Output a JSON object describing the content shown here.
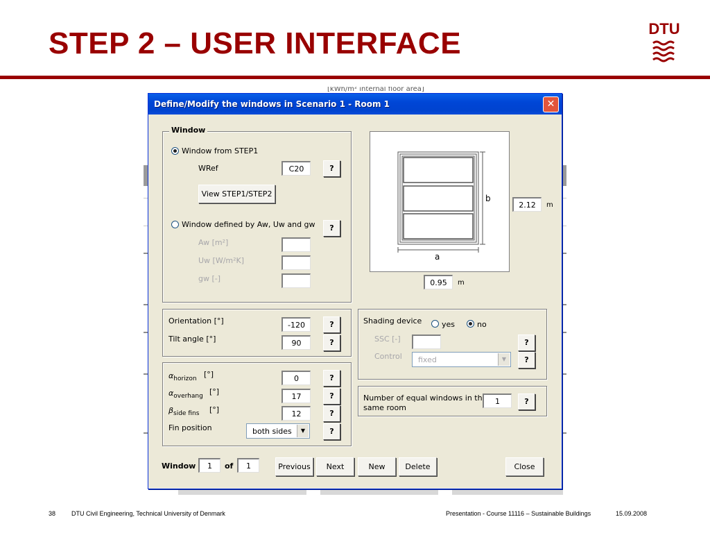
{
  "slide": {
    "title": "STEP 2 – USER INTERFACE",
    "logo_text": "DTU",
    "colors": {
      "brand": "#990000",
      "titlebar": "#0046d6",
      "dialog_bg": "#ece9d8"
    }
  },
  "background_sheet": {
    "header_text": "[kWh/m² internal floor area]"
  },
  "dialog": {
    "title": "Define/Modify the windows in Scenario 1 - Room 1",
    "close_icon": "close-x-icon",
    "window_group": {
      "title": "Window",
      "radio_step1_label": "Window from STEP1",
      "wref_label": "WRef",
      "wref_value": "C20",
      "view_button_label": "View STEP1/STEP2",
      "radio_defined_label": "Window defined by Aw, Uw and gw",
      "aw_label": "Aw [m²]",
      "uw_label": "Uw [W/m²K]",
      "gw_label": "gw [-]",
      "aw_value": "",
      "uw_value": "",
      "gw_value": ""
    },
    "help_label": "?",
    "diagram": {
      "a_label": "a",
      "b_label": "b",
      "b_value": "2.12",
      "b_unit": "m",
      "a_value": "0.95",
      "a_unit": "m"
    },
    "orientation_group": {
      "orientation_label": "Orientation  [°]",
      "orientation_value": "-120",
      "tilt_label": "Tilt angle  [°]",
      "tilt_value": "90"
    },
    "shading_group": {
      "label": "Shading device",
      "yes_label": "yes",
      "no_label": "no",
      "ssc_label": "SSC [-]",
      "ssc_value": "",
      "control_label": "Control",
      "control_value": "fixed"
    },
    "angles_group": {
      "alpha_symbol": "α",
      "beta_symbol": "β",
      "horizon_sub": "horizon",
      "overhang_sub": "overhang",
      "side_fins_sub": "side fins",
      "unit": "[°]",
      "horizon_value": "0",
      "overhang_value": "17",
      "side_fins_value": "12",
      "fin_position_label": "Fin position",
      "fin_position_value": "both sides"
    },
    "equal_windows": {
      "label_line1": "Number of equal windows in the",
      "label_line2": "same room",
      "value": "1"
    },
    "bottom": {
      "window_label": "Window",
      "current": "1",
      "of_label": "of",
      "total": "1",
      "previous": "Previous",
      "next": "Next",
      "new": "New",
      "delete": "Delete",
      "close": "Close"
    }
  },
  "footer": {
    "page": "38",
    "org": "DTU Civil Engineering, Technical University of Denmark",
    "presentation": "Presentation - Course 11116 – Sustainable Buildings",
    "date": "15.09.2008"
  }
}
